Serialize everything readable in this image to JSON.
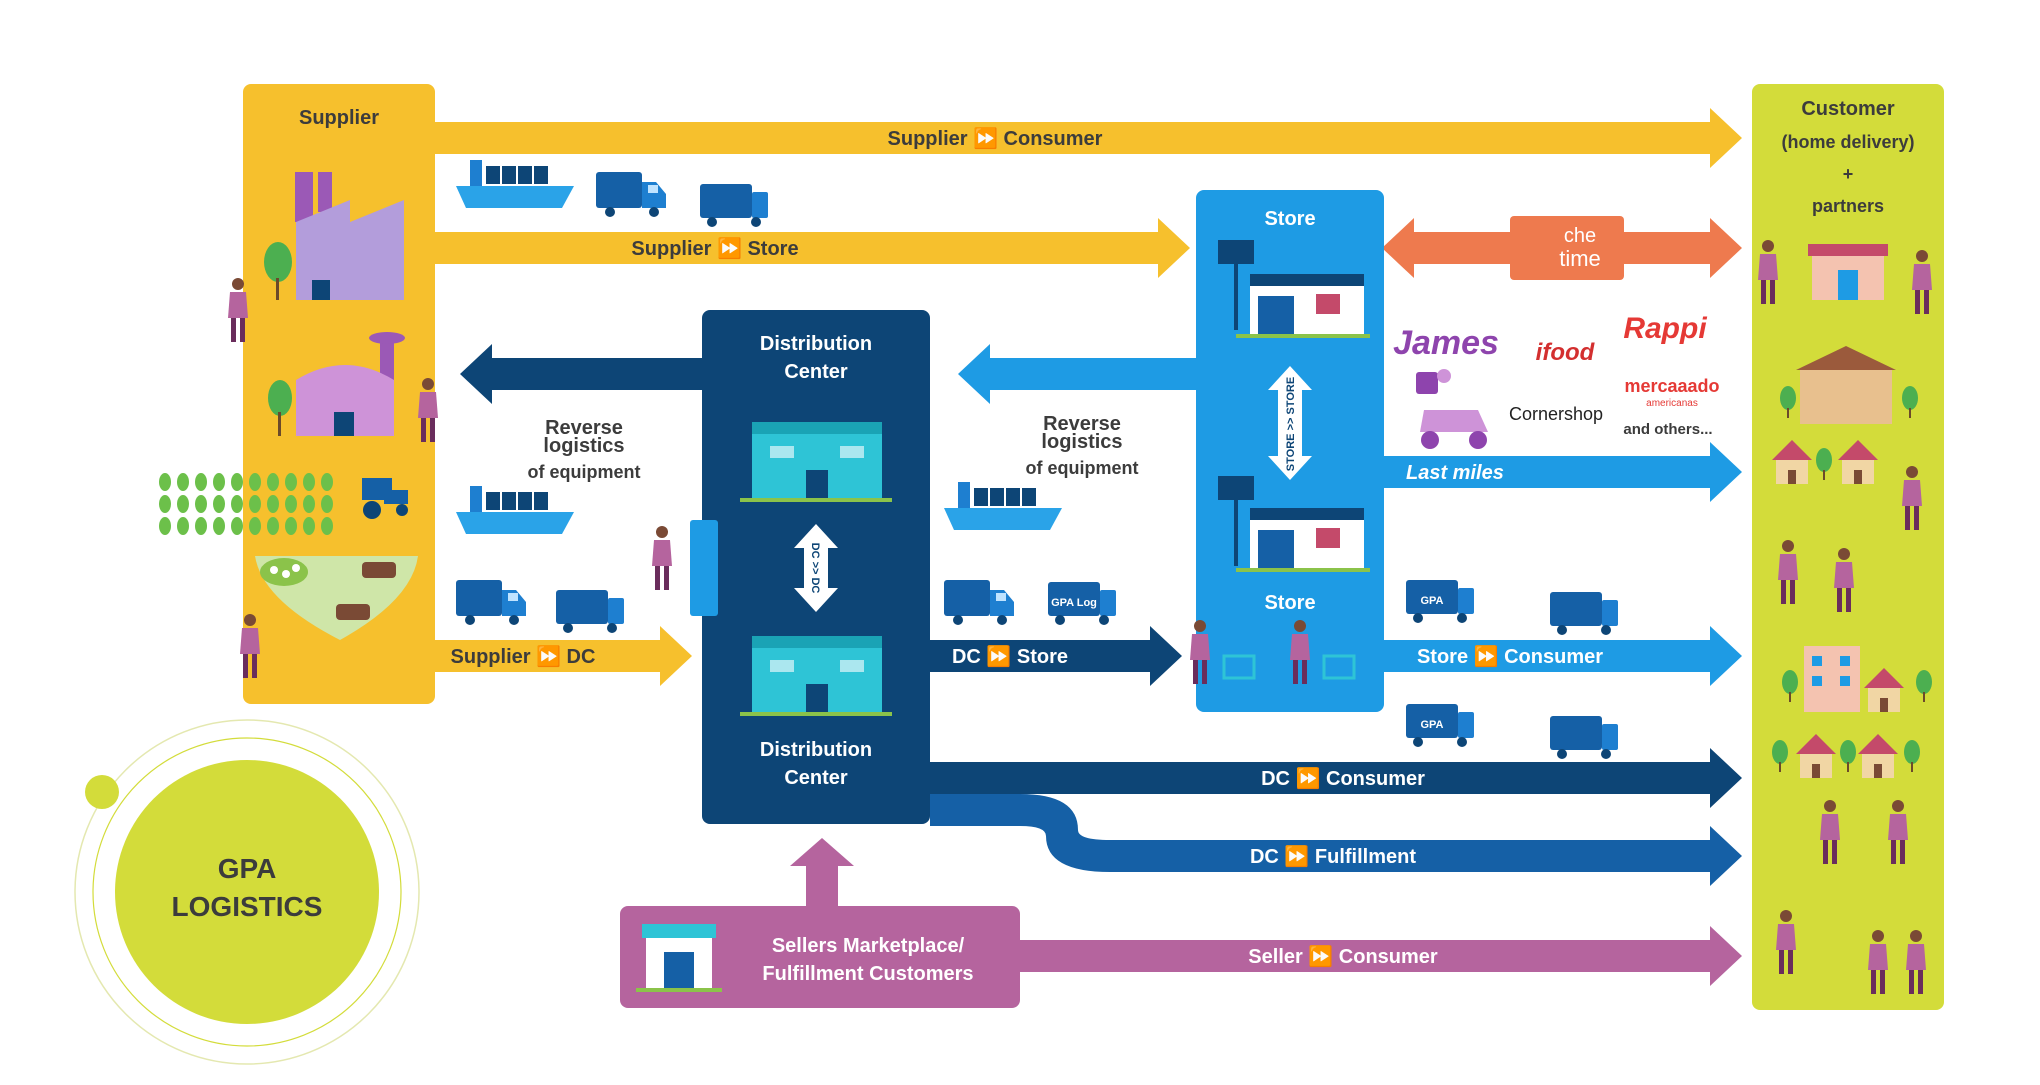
{
  "supplier": {
    "title": "Supplier"
  },
  "customer": {
    "line1": "Customer",
    "line2": "(home delivery)",
    "line3": "+",
    "line4": "partners"
  },
  "store": {
    "top_title": "Store",
    "bottom_title": "Store",
    "vertical_label": "STORE >> STORE"
  },
  "distribution_center": {
    "top_line1": "Distribution",
    "top_line2": "Center",
    "bottom_line1": "Distribution",
    "bottom_line2": "Center",
    "vertical_label": "DC >> DC"
  },
  "flows": {
    "supplier_consumer": "Supplier ⏩ Consumer",
    "supplier_store": "Supplier ⏩ Store",
    "supplier_dc": "Supplier ⏩ DC",
    "dc_store": "DC ⏩ Store",
    "store_consumer": "Store ⏩ Consumer",
    "dc_consumer": "DC ⏩ Consumer",
    "dc_fulfillment": "DC ⏩ Fulfillment",
    "seller_consumer": "Seller ⏩ Consumer",
    "last_miles": "Last miles"
  },
  "reverse_left": {
    "line1": "Reverse",
    "line2": "logistics",
    "line3": "of equipment"
  },
  "reverse_right": {
    "line1": "Reverse",
    "line2": "logistics",
    "line3": "of equipment"
  },
  "partners": {
    "che_time_1": "che",
    "che_time_2": "time",
    "james": "James",
    "ifood": "ifood",
    "rappi": "Rappi",
    "mercado_1": "mercaaado",
    "mercado_2": "americanas",
    "cornershop": "Cornershop",
    "others": "and others..."
  },
  "truck_brand": {
    "gpa": "GPA",
    "gpa_log": "GPA Log"
  },
  "sellers": {
    "line1": "Sellers Marketplace/",
    "line2": "Fulfillment Customers"
  },
  "logo": {
    "line1": "GPA",
    "line2": "LOGISTICS"
  },
  "colors": {
    "yellow": "#f6c02d",
    "lime": "#d3dc3a",
    "navy": "#0d4576",
    "light_blue": "#1e9be4",
    "mid_blue": "#1560a6",
    "orange": "#ee7a4e",
    "purple": "#b5649e",
    "text_dark": "#3c3c3c"
  }
}
